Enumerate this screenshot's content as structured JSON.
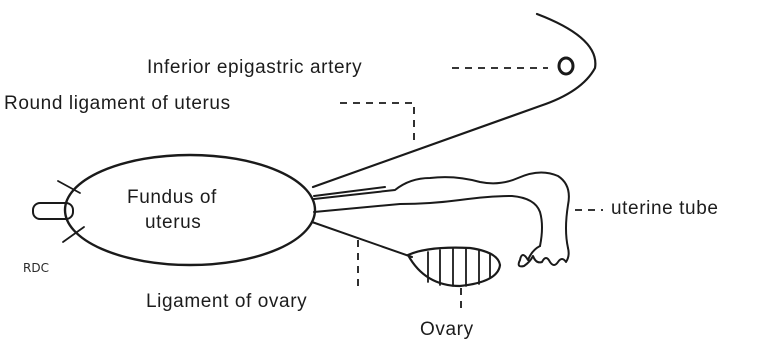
{
  "labels": {
    "inferior_epigastric_artery": "Inferior epigastric artery",
    "round_ligament": "Round ligament of uterus",
    "fundus_line1": "Fundus of",
    "fundus_line2": "uterus",
    "uterine_tube": "uterine tube",
    "ligament_of_ovary": "Ligament of ovary",
    "ovary": "Ovary",
    "signature": "RDC"
  },
  "colors": {
    "ink": "#1a1a1a",
    "background": "#ffffff"
  }
}
